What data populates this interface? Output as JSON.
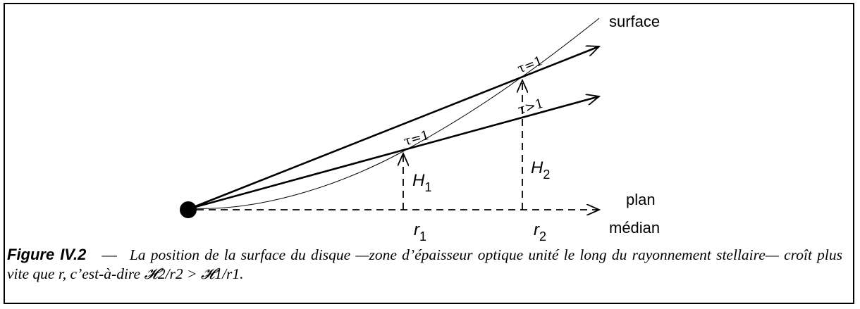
{
  "diagram": {
    "labels": {
      "surface": "surface",
      "plan": "plan",
      "median": "médian",
      "r1": "r",
      "r1_sub": "1",
      "r2": "r",
      "r2_sub": "2",
      "h1": "H",
      "h1_sub": "1",
      "h2": "H",
      "h2_sub": "2",
      "tau1_a": "τ=1",
      "tau1_b": "τ=1",
      "tau_gt": "τ>1"
    }
  },
  "caption": {
    "figure_label": "Figure IV.2",
    "dash": "—",
    "text_part1": "La position de la surface du disque —zone d’épaisseur optique unité le long du rayonnement stellaire— croît plus vite que r, c’est-à-dire ",
    "math": "𝓗2/r2 > 𝓗1/r1",
    "text_end": "."
  }
}
